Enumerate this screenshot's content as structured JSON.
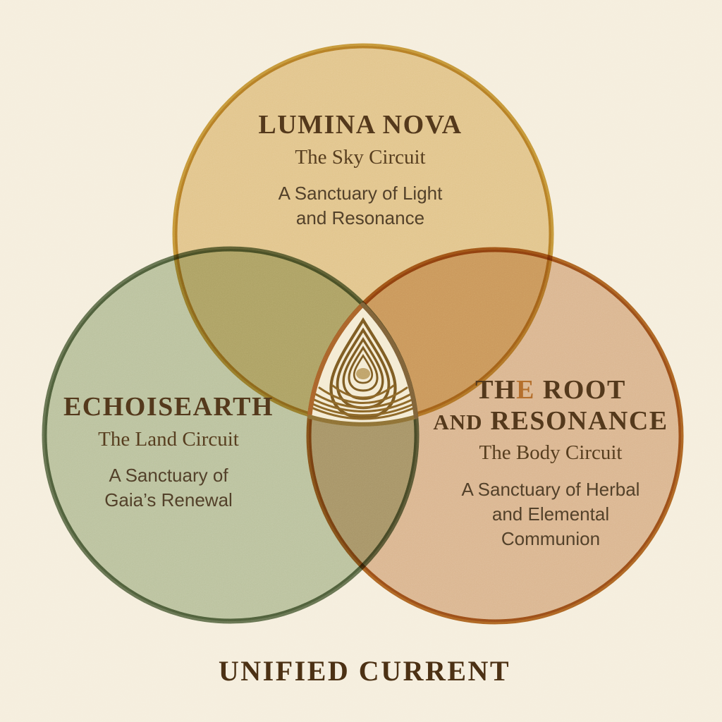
{
  "palette": {
    "background": "#f5eedd",
    "title_text": "#54391c",
    "subtitle_text": "#573e1f",
    "description_text": "#53412a",
    "footer_text": "#4c3114",
    "accent_letter": "#b5702d"
  },
  "venn": {
    "footer_title": "UNIFIED CURRENT",
    "circles": {
      "sky": {
        "title": "LUMINA NOVA",
        "subtitle": "The Sky Circuit",
        "description": [
          "A Sanctuary of Light",
          "and Resonance"
        ],
        "fill": "#ecd3a2",
        "border": "#cda243"
      },
      "land": {
        "title": "ECHOISEARTH",
        "subtitle": "The Land Circuit",
        "description": [
          "A Sanctuary of",
          "Gaia’s Renewal"
        ],
        "fill": "#c3d0b6",
        "border": "#6a7b5d"
      },
      "body": {
        "title_word1_pre": "TH",
        "title_word1_accent": "E",
        "title_word1_post": " ROOT",
        "title_line2_small": "AND",
        "title_line2_main": "RESONANCE",
        "subtitle": "The Body Circuit",
        "description": [
          "A Sanctuary of Herbal",
          "and Elemental",
          "Communion"
        ],
        "fill": "#e4c3a6",
        "border": "#b46c29"
      }
    },
    "center_icon": {
      "name": "seed-droplet-ripples-icon",
      "panel_fill": "#f4ebd3",
      "ring_color": "#7b5a22",
      "ripple_color": "#8a6527",
      "dot_color": "#bfa268",
      "edge_left": "#a9632a",
      "edge_right": "#7d6138",
      "edge_bottom": "#8d7035"
    }
  }
}
